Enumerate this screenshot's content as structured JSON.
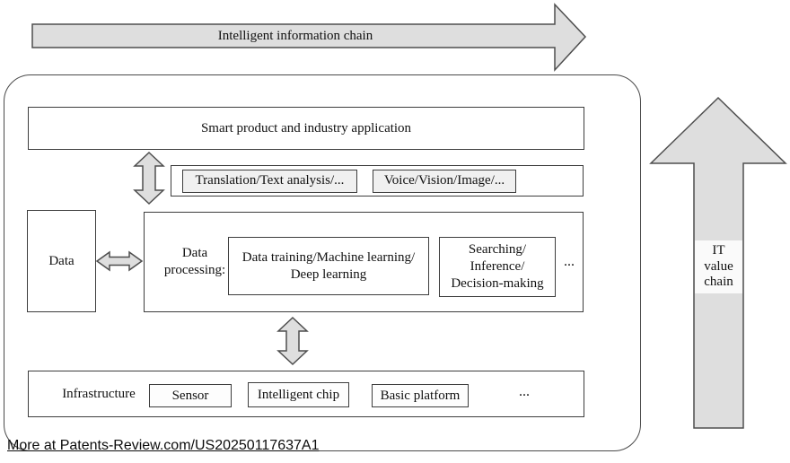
{
  "top_arrow": {
    "label": "Intelligent information chain"
  },
  "right_arrow": {
    "lines": [
      "IT",
      "value",
      "chain"
    ]
  },
  "application": {
    "label": "Smart product and industry application"
  },
  "capabilities": {
    "items": [
      "Translation/Text analysis/...",
      "Voice/Vision/Image/..."
    ]
  },
  "data_box": {
    "label": "Data"
  },
  "data_processing": {
    "label": "Data processing:",
    "training_lines": [
      "Data training/Machine learning/",
      "Deep learning"
    ],
    "search_lines": [
      "Searching/",
      "Inference/",
      "Decision-making"
    ],
    "ellipsis": "..."
  },
  "infrastructure": {
    "label": "Infrastructure",
    "items": [
      "Sensor",
      "Intelligent chip",
      "Basic platform"
    ],
    "ellipsis": "..."
  },
  "footer": {
    "link": "More at Patents-Review.com/US20250117637A1"
  },
  "colors": {
    "arrow_fill": "#dedede",
    "box_border": "#3d3d3d"
  }
}
